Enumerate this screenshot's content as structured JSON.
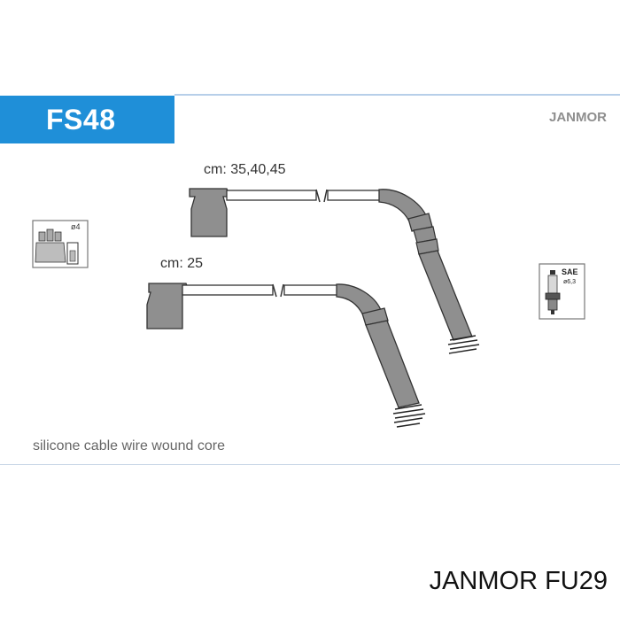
{
  "header": {
    "part_code": "FS48",
    "brand": "JANMOR"
  },
  "wires": [
    {
      "label": "cm: 35,40,45"
    },
    {
      "label": "cm: 25"
    }
  ],
  "icons": {
    "distributor_spec": "ø4",
    "spark_plug_standard": "SAE",
    "spark_plug_spec": "ø6,3"
  },
  "caption": "silicone cable wire wound core",
  "footer": "JANMOR FU29",
  "colors": {
    "badge": "#1f8fd8",
    "cable": "#8f8f8f",
    "outline": "#333333"
  }
}
